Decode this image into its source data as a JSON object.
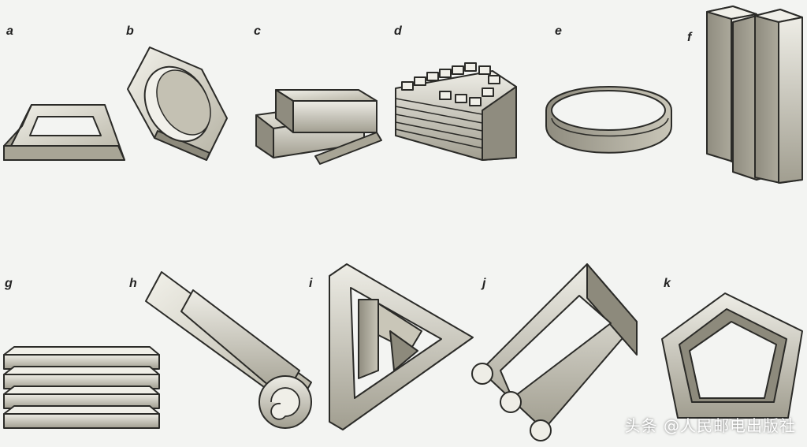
{
  "figures": [
    {
      "label": "a",
      "name": "impossible-frame-a"
    },
    {
      "label": "b",
      "name": "impossible-hexagon-nut-b"
    },
    {
      "label": "c",
      "name": "impossible-crossed-bars-c"
    },
    {
      "label": "d",
      "name": "impossible-staircase-d"
    },
    {
      "label": "e",
      "name": "impossible-ring-e"
    },
    {
      "label": "f",
      "name": "impossible-pillars-f"
    },
    {
      "label": "g",
      "name": "impossible-stacked-plates-g"
    },
    {
      "label": "h",
      "name": "impossible-scroll-h"
    },
    {
      "label": "i",
      "name": "impossible-triangle-i"
    },
    {
      "label": "j",
      "name": "impossible-fork-j"
    },
    {
      "label": "k",
      "name": "impossible-pentagon-k"
    }
  ],
  "watermark": "头条 @人民邮电出版社",
  "colors": {
    "background": "#f3f4f2",
    "face_light": "#e9e8e1",
    "face_mid": "#b9b6a8",
    "face_dark": "#8d8a7c",
    "outline": "#2b2b28"
  }
}
